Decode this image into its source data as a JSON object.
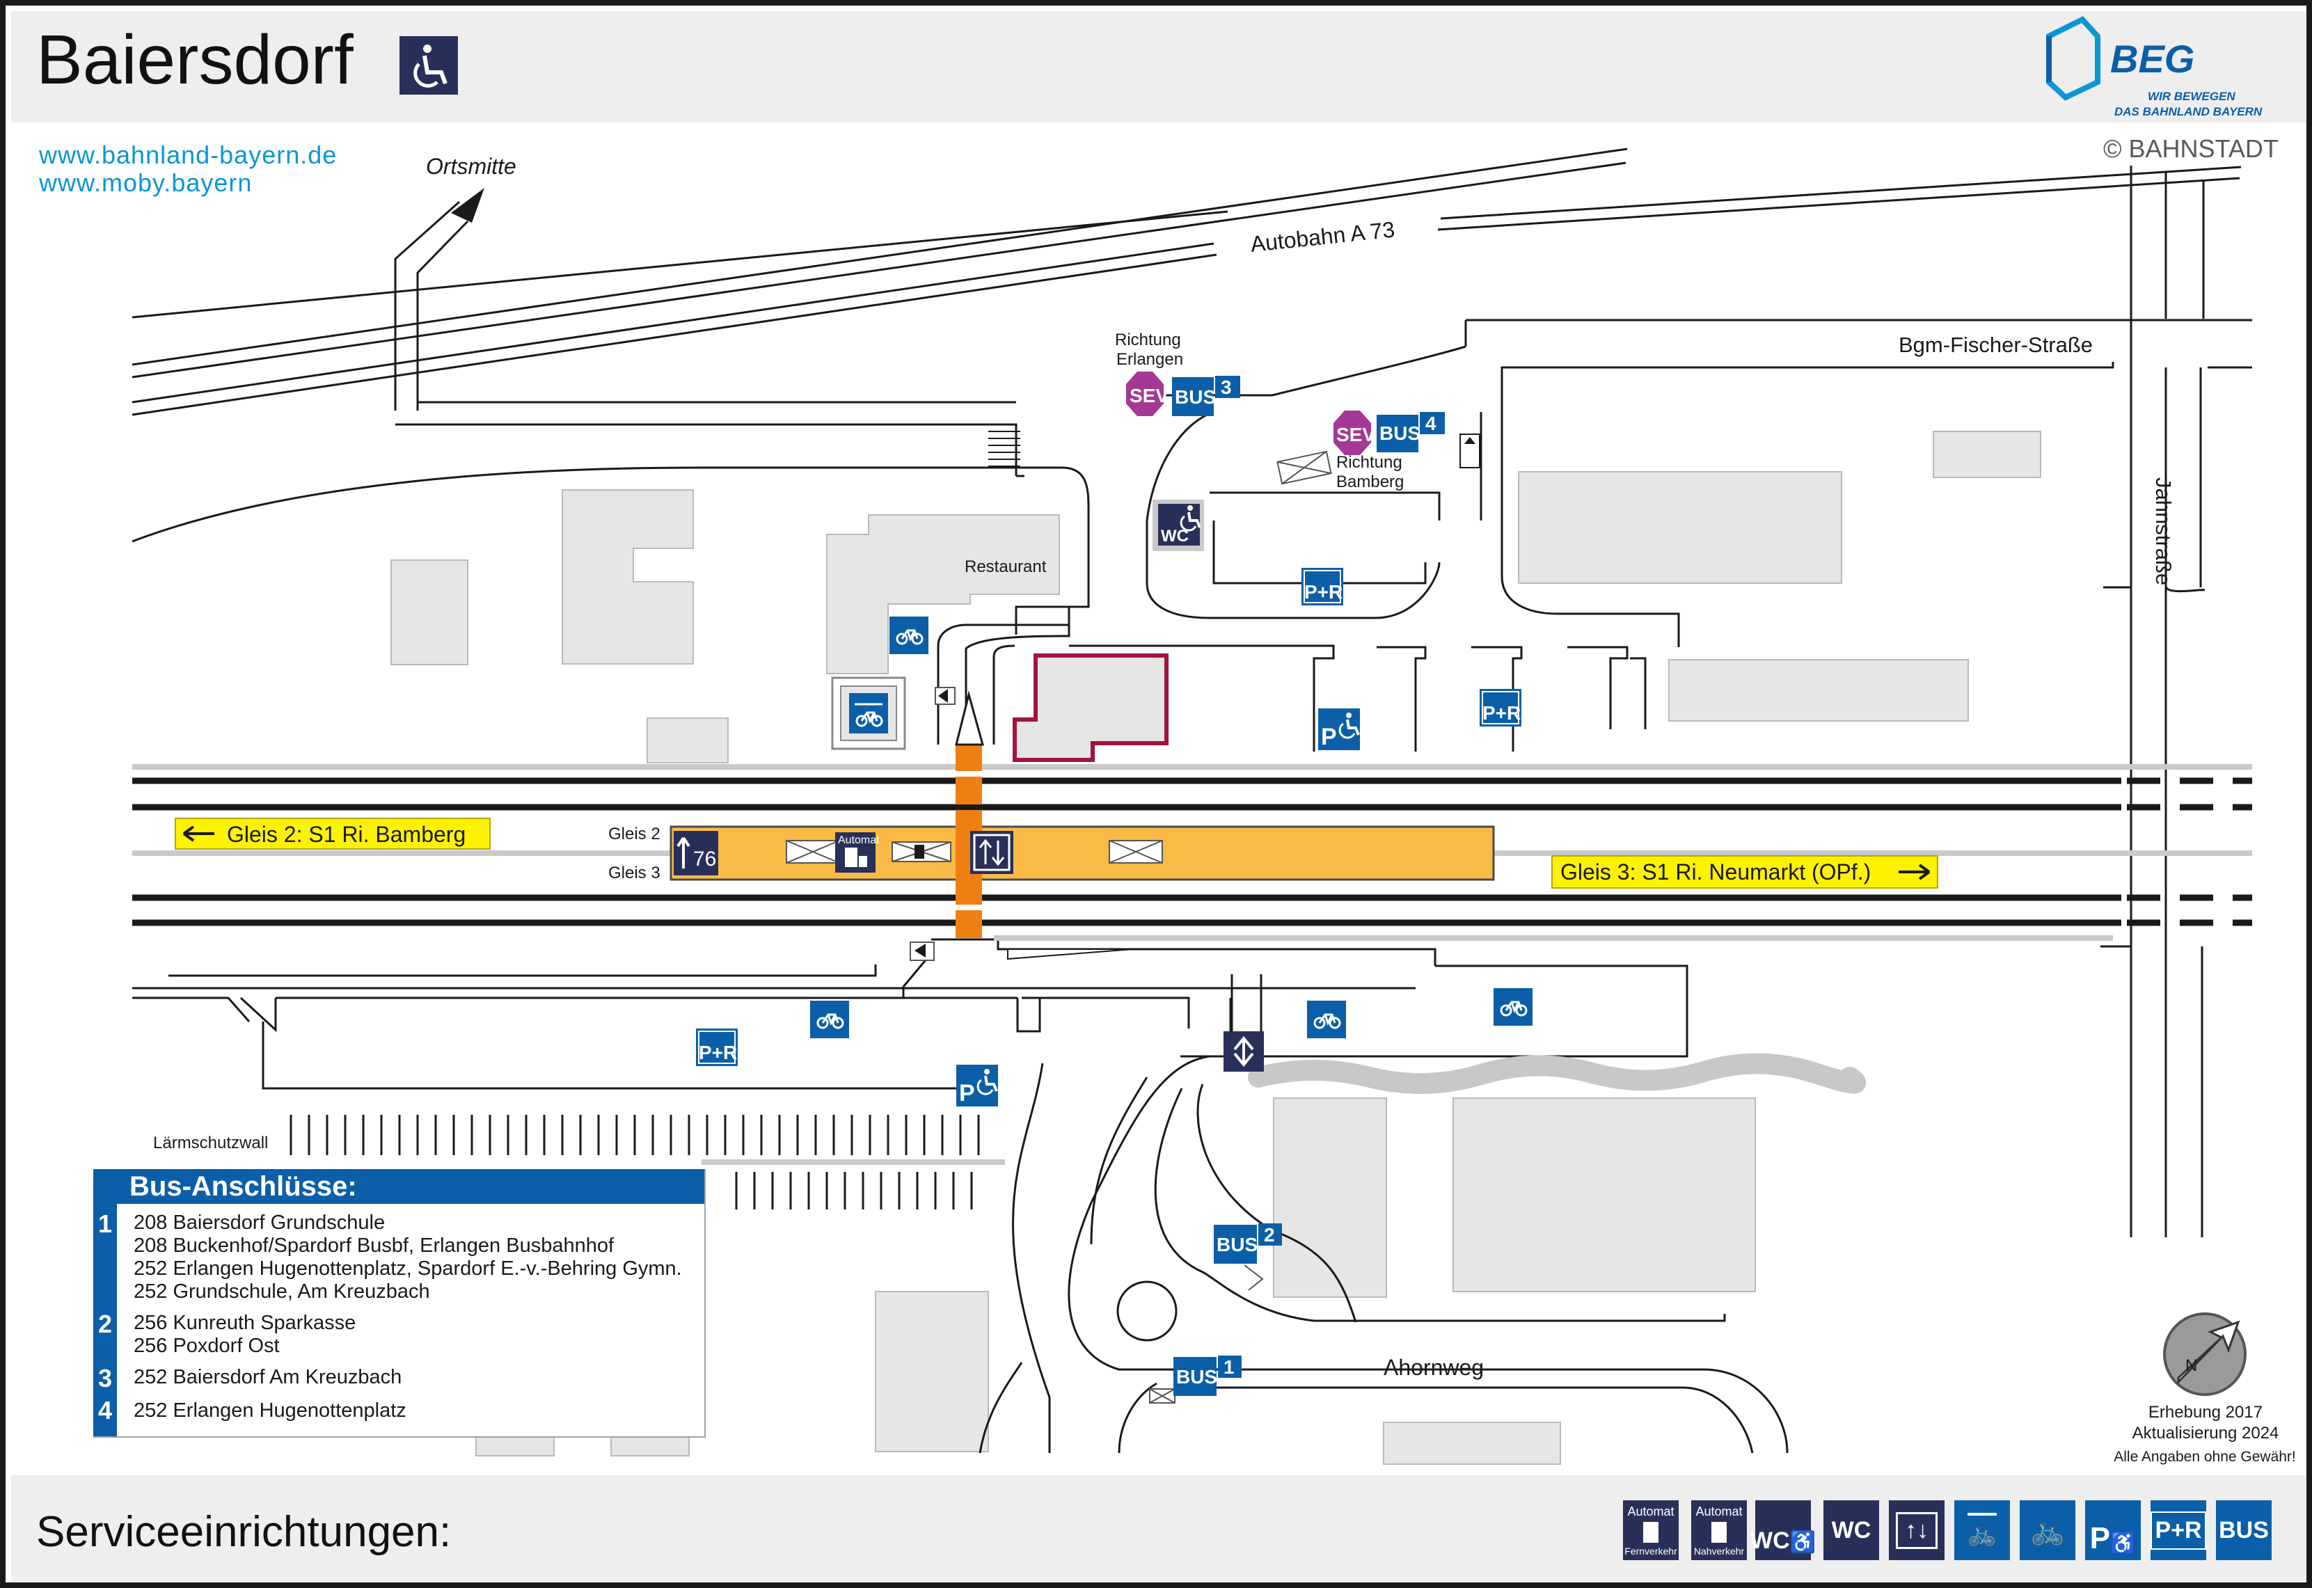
{
  "header": {
    "title": "Baiersdorf",
    "links": [
      "www.bahnland-bayern.de",
      "www.moby.bayern"
    ],
    "brand": "BEG",
    "brand_tagline_1": "WIR BEWEGEN",
    "brand_tagline_2": "DAS BAHNLAND BAYERN",
    "copyright": "© BAHNSTADT"
  },
  "map_labels": {
    "ortsmitte": "Ortsmitte",
    "autobahn": "Autobahn A 73",
    "bgm_fischer": "Bgm-Fischer-Straße",
    "jahnstrasse": "Jahnstraße",
    "richtung_erlangen_1": "Richtung",
    "richtung_erlangen_2": "Erlangen",
    "richtung_bamberg_1": "Richtung",
    "richtung_bamberg_2": "Bamberg",
    "restaurant": "Restaurant",
    "gleis2_label": "Gleis 2",
    "gleis3_label": "Gleis 3",
    "gleis2_direction": "Gleis 2: S1 Ri. Bamberg",
    "gleis3_direction": "Gleis 3: S1 Ri. Neumarkt (OPf.)",
    "platform_height": "76",
    "automat": "Automat",
    "laermschutzwall": "Lärmschutzwall",
    "ahornweg": "Ahornweg",
    "sev": "SEV",
    "bus": "BUS",
    "bus_stop_1": "1",
    "bus_stop_2": "2",
    "bus_stop_3": "3",
    "bus_stop_4": "4",
    "pr": "P+R",
    "wc": "WC",
    "p": "P"
  },
  "bus_connections": {
    "title": "Bus-Anschlüsse:",
    "groups": [
      {
        "stop": "1",
        "lines": [
          "208 Baiersdorf Grundschule",
          "208 Buckenhof/Spardorf Busbf, Erlangen Busbahnhof",
          "252 Erlangen Hugenottenplatz, Spardorf E.-v.-Behring Gymn.",
          "252 Grundschule, Am Kreuzbach"
        ]
      },
      {
        "stop": "2",
        "lines": [
          "256 Kunreuth Sparkasse",
          "256 Poxdorf Ost"
        ]
      },
      {
        "stop": "3",
        "lines": [
          "252 Baiersdorf Am Kreuzbach"
        ]
      },
      {
        "stop": "4",
        "lines": [
          "252 Erlangen Hugenottenplatz"
        ]
      }
    ]
  },
  "credits": {
    "survey": "Erhebung 2017",
    "update": "Aktualisierung 2024",
    "disclaimer": "Alle Angaben ohne Gewähr!",
    "compass": "N"
  },
  "footer": {
    "title": "Serviceeinrichtungen:",
    "services": [
      {
        "icon": "ticket-machine-long-distance-icon",
        "top": "Automat",
        "bottom": "Fernverkehr"
      },
      {
        "icon": "ticket-machine-local-icon",
        "top": "Automat",
        "bottom": "Nahverkehr"
      },
      {
        "icon": "accessible-wc-icon",
        "label": "WC"
      },
      {
        "icon": "wc-icon",
        "label": "WC"
      },
      {
        "icon": "elevator-icon",
        "label": ""
      },
      {
        "icon": "covered-bike-parking-icon",
        "label": ""
      },
      {
        "icon": "bike-parking-icon",
        "label": ""
      },
      {
        "icon": "disabled-parking-icon",
        "label": "P"
      },
      {
        "icon": "park-and-ride-icon",
        "label": "P+R"
      },
      {
        "icon": "bus-icon",
        "label": "BUS"
      }
    ]
  },
  "colors": {
    "platform": "#f9bb45",
    "underpass": "#f07f12",
    "icon_blue": "#0b5fa8",
    "icon_dark": "#283059",
    "sev_magenta": "#a53795",
    "station_outline": "#a3133b",
    "direction_yellow": "#fff200",
    "link_blue": "#0b96d4",
    "building_gray": "#e6e6e6"
  }
}
